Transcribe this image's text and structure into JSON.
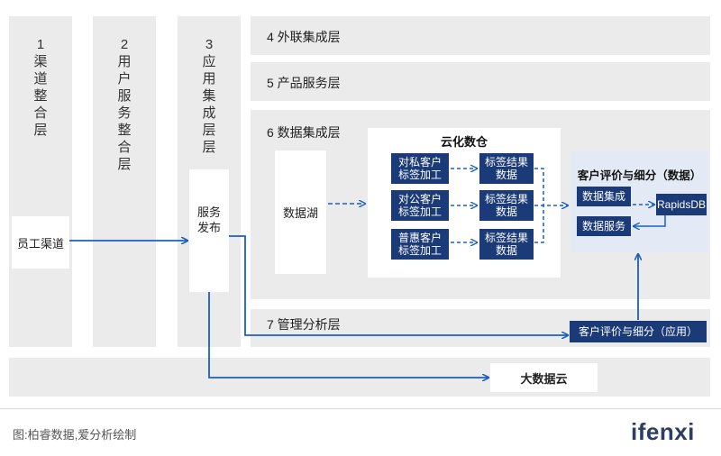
{
  "columns": [
    {
      "label": "1\n渠\n道\n整\n合\n层"
    },
    {
      "label": "2\n用\n户\n服\n务\n整\n合\n层"
    },
    {
      "label": "3\n应\n用\n集\n成\n层\n层"
    }
  ],
  "channel": {
    "label": "员工渠道"
  },
  "service": {
    "label": "服务\n发布"
  },
  "layers": {
    "l4": "4 外联集成层",
    "l5": "5 产品服务层",
    "l6": "6 数据集成层",
    "l7": "7 管理分析层"
  },
  "data_lake": {
    "label": "数据湖"
  },
  "cloud_warehouse": {
    "title": "云化数仓",
    "tag_boxes": [
      "对私客户\n标签加工",
      "对公客户\n标签加工",
      "普惠客户\n标签加工"
    ],
    "result_boxes": [
      "标签结果\n数据",
      "标签结果\n数据",
      "标签结果\n数据"
    ]
  },
  "customer_eval_data": {
    "title": "客户评价与细分（数据）",
    "integration": "数据集成",
    "service": "数据服务",
    "db": "RapidsDB"
  },
  "customer_eval_app": {
    "label": "客户评价与细分（应用）"
  },
  "big_data_cloud": {
    "label": "大数据云"
  },
  "footer": {
    "source": "图:柏睿数据,爱分析绘制",
    "brand": "ifenxi"
  },
  "colors": {
    "navy": "#1b3a78",
    "arrow": "#1a5fc8",
    "gray": "#ebebeb",
    "lightblue": "#e3eaf5"
  }
}
